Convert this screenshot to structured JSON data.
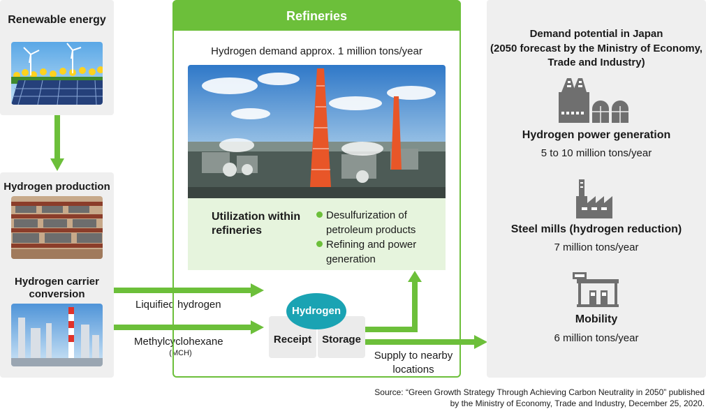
{
  "left": {
    "renewable_title": "Renewable energy",
    "production_title": "Hydrogen production",
    "carrier_title": "Hydrogen carrier conversion"
  },
  "flows": {
    "liquified": "Liquified hydrogen",
    "mch_main": "Methylcyclohexane",
    "mch_abbr": "(MCH)",
    "supply": "Supply to nearby locations"
  },
  "refineries": {
    "title": "Refineries",
    "demand": "Hydrogen demand approx. 1 million tons/year",
    "utilization_title": "Utilization within refineries",
    "bullets": [
      "Desulfurization of petroleum products",
      "Refining and power generation"
    ],
    "hydrogen_badge": "Hydrogen",
    "receipt": "Receipt",
    "storage": "Storage"
  },
  "demand": {
    "title_line1": "Demand potential in Japan",
    "title_line2": "(2050 forecast by the Ministry of Economy,",
    "title_line3": "Trade and Industry)",
    "items": [
      {
        "icon": "power-plant-icon",
        "label": "Hydrogen power generation",
        "value": "5 to 10 million tons/year"
      },
      {
        "icon": "factory-icon",
        "label": "Steel mills (hydrogen reduction)",
        "value": "7 million tons/year"
      },
      {
        "icon": "gas-station-icon",
        "label": "Mobility",
        "value": "6 million tons/year"
      }
    ]
  },
  "source": {
    "line1": "Source: “Green Growth Strategy Through Achieving Carbon Neutrality in 2050” published",
    "line2": "by the Ministry of Economy, Trade and Industry, December 25, 2020."
  },
  "colors": {
    "green": "#6cbf3a",
    "teal": "#1aa3b3",
    "panel": "#efefef",
    "light_green": "#e6f4dd"
  }
}
